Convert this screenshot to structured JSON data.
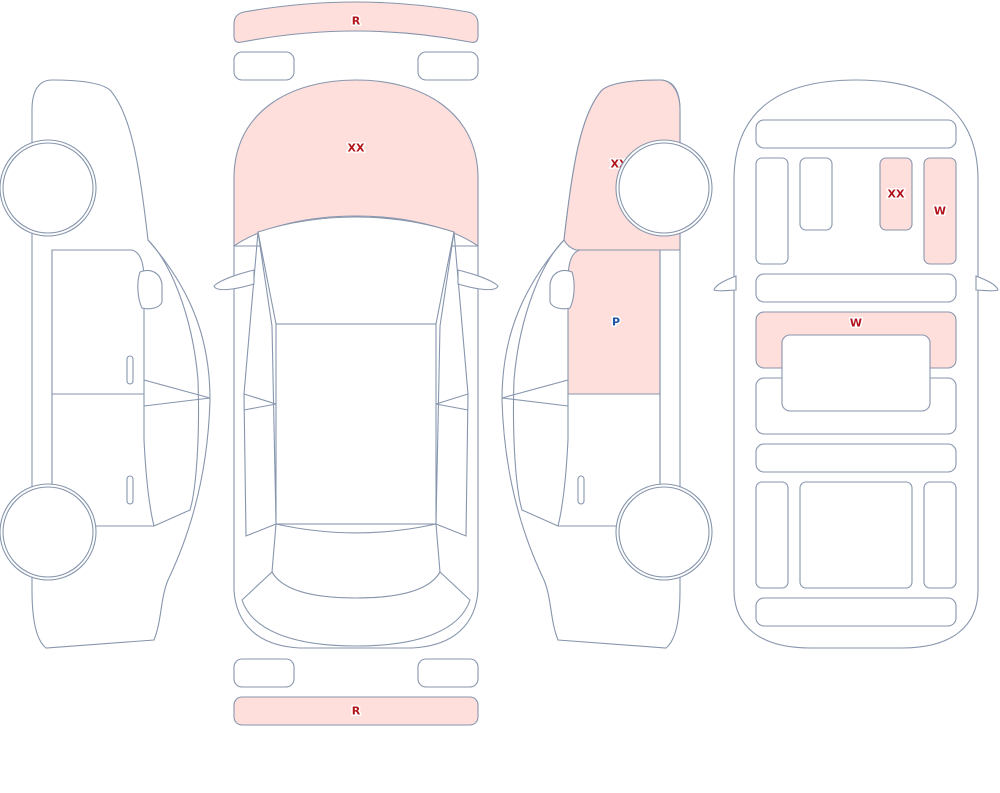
{
  "colors": {
    "outline": "#8796ad",
    "damaged_fill": "#ffdfdc",
    "code_red": "#b3141c",
    "code_blue": "#1f55a8"
  },
  "marks": {
    "front_bumper": "R",
    "rear_bumper": "R",
    "hood": "XX",
    "right_front_fender": "XX",
    "right_front_door": "P",
    "roof_section_xx": "XX",
    "roof_section_w_right": "W",
    "roof_section_w_center": "W"
  }
}
